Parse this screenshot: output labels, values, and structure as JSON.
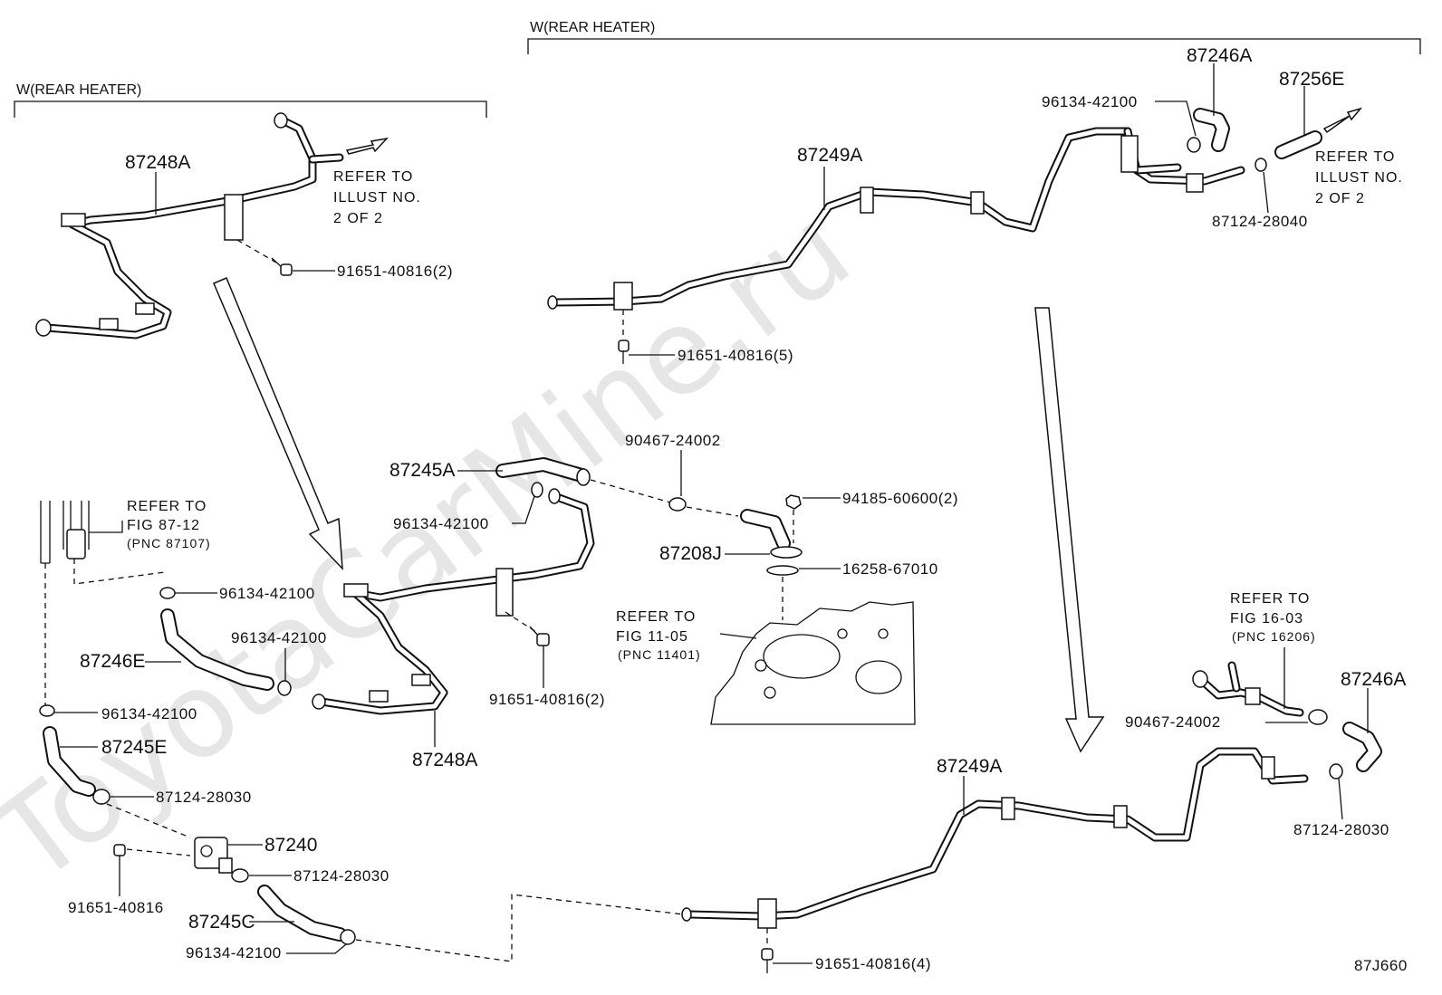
{
  "watermark": "ToyotaCarMine.ru",
  "headers": {
    "left": "W(REAR HEATER)",
    "right": "W(REAR HEATER)"
  },
  "figure_code": "87J660",
  "callouts": {
    "p87248A_top": "87248A",
    "p87248A_mid": "87248A",
    "p87249A_top": "87249A",
    "p87249A_bot": "87249A",
    "p87246A_top": "87246A",
    "p87246A_right": "87246A",
    "p87256E": "87256E",
    "p87245A": "87245A",
    "p87208J": "87208J",
    "p87246E": "87246E",
    "p87245E": "87245E",
    "p87240": "87240",
    "p87245C": "87245C",
    "p96134_top": "96134-42100",
    "p87124_28040": "87124-28040",
    "p91651_2_top": "91651-40816(2)",
    "p91651_5": "91651-40816(5)",
    "p90467_top": "90467-24002",
    "p94185": "94185-60600(2)",
    "p96134_87245A": "96134-42100",
    "p16258": "16258-67010",
    "p96134_left_a": "96134-42100",
    "p96134_left_b": "96134-42100",
    "p91651_2_mid": "91651-40816(2)",
    "p96134_left_c": "96134-42100",
    "p87124_28030_a": "87124-28030",
    "p87124_28030_b": "87124-28030",
    "p91651_single": "91651-40816",
    "p96134_bottom": "96134-42100",
    "p90467_right": "90467-24002",
    "p87124_28030_right": "87124-28030",
    "p91651_4": "91651-40816(4)"
  },
  "refer_notes": {
    "top_left": [
      "REFER TO",
      "ILLUST NO.",
      "2 OF 2"
    ],
    "top_right": [
      "REFER TO",
      "ILLUST NO.",
      "2 OF 2"
    ],
    "fig_87_12": [
      "REFER TO",
      "FIG 87-12",
      "(PNC 87107)"
    ],
    "fig_11_05": [
      "REFER TO",
      "FIG 11-05",
      "(PNC 11401)"
    ],
    "fig_16_03": [
      "REFER TO",
      "FIG 16-03",
      "(PNC 16206)"
    ]
  }
}
